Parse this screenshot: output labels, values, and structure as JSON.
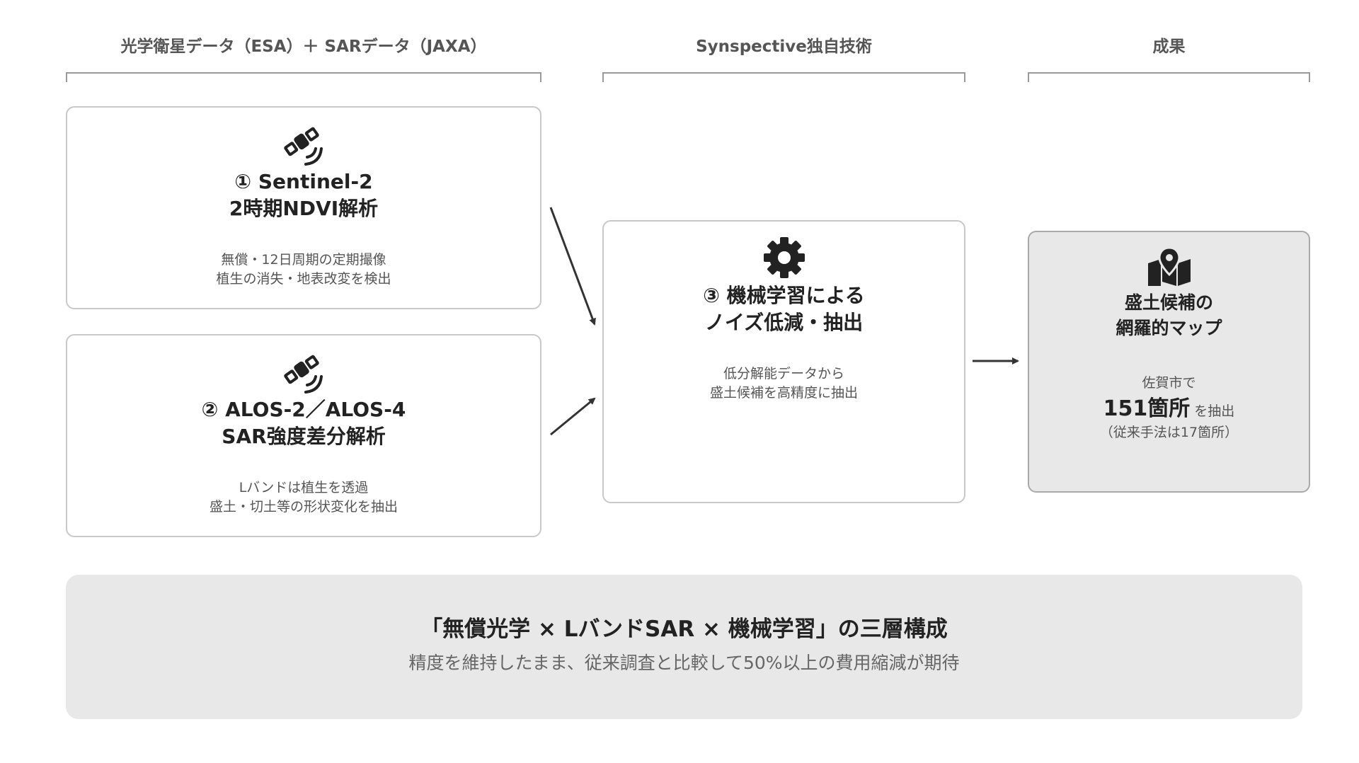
{
  "columns": {
    "input_header": "光学衛星データ（ESA）＋ SARデータ（JAXA）",
    "tech_header": "Synspective独自技術",
    "result_header": "成果"
  },
  "cards": {
    "sentinel": {
      "icon": "satellite-icon",
      "title_line1": "① Sentinel-2",
      "title_line2": "2時期NDVI解析",
      "desc_line1": "無償・12日周期の定期撮像",
      "desc_line2": "植生の消失・地表改変を検出"
    },
    "alos": {
      "icon": "satellite-icon",
      "title_line1": "② ALOS-2／ALOS-4",
      "title_line2": "SAR強度差分解析",
      "desc_line1": "Lバンドは植生を透過",
      "desc_line2": "盛土・切土等の形状変化を抽出"
    },
    "ml": {
      "icon": "gear-icon",
      "title_line1": "③ 機械学習による",
      "title_line2": "ノイズ低減・抽出",
      "desc_line1": "低分解能データから",
      "desc_line2": "盛土候補を高精度に抽出"
    },
    "result": {
      "icon": "map-pin-icon",
      "title_line1": "盛土候補の",
      "title_line2": "網羅的マップ",
      "city": "佐賀市で",
      "count": "151箇所",
      "count_suffix": "を抽出",
      "note": "（従来手法は17箇所）"
    }
  },
  "banner": {
    "title": "「無償光学 × LバンドSAR × 機械学習」の三層構成",
    "subtitle": "精度を維持したまま、従来調査と比較して50%以上の費用縮減が期待"
  },
  "colors": {
    "arrow": "#333333",
    "icon": "#222222",
    "result_bg": "#e8e8e8",
    "banner_bg": "#e8e8e8"
  }
}
